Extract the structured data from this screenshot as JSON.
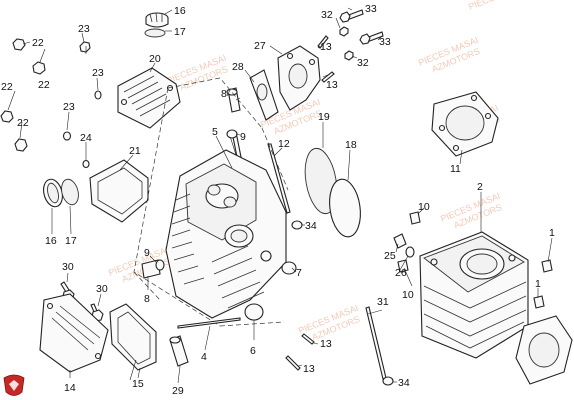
{
  "diagram": {
    "watermark_lines": [
      "PIECES MASAI",
      "AZMOTORS"
    ],
    "callouts": [
      "1",
      "1",
      "2",
      "4",
      "5",
      "6",
      "7",
      "8",
      "8",
      "9",
      "9",
      "10",
      "10",
      "11",
      "12",
      "13",
      "13",
      "13",
      "13",
      "14",
      "15",
      "16",
      "16",
      "17",
      "17",
      "18",
      "19",
      "20",
      "21",
      "22",
      "22",
      "22",
      "22",
      "23",
      "23",
      "23",
      "24",
      "25",
      "26",
      "27",
      "28",
      "29",
      "30",
      "30",
      "31",
      "32",
      "32",
      "33",
      "33",
      "34",
      "34"
    ],
    "logo_icon": "brand-shield-icon"
  }
}
